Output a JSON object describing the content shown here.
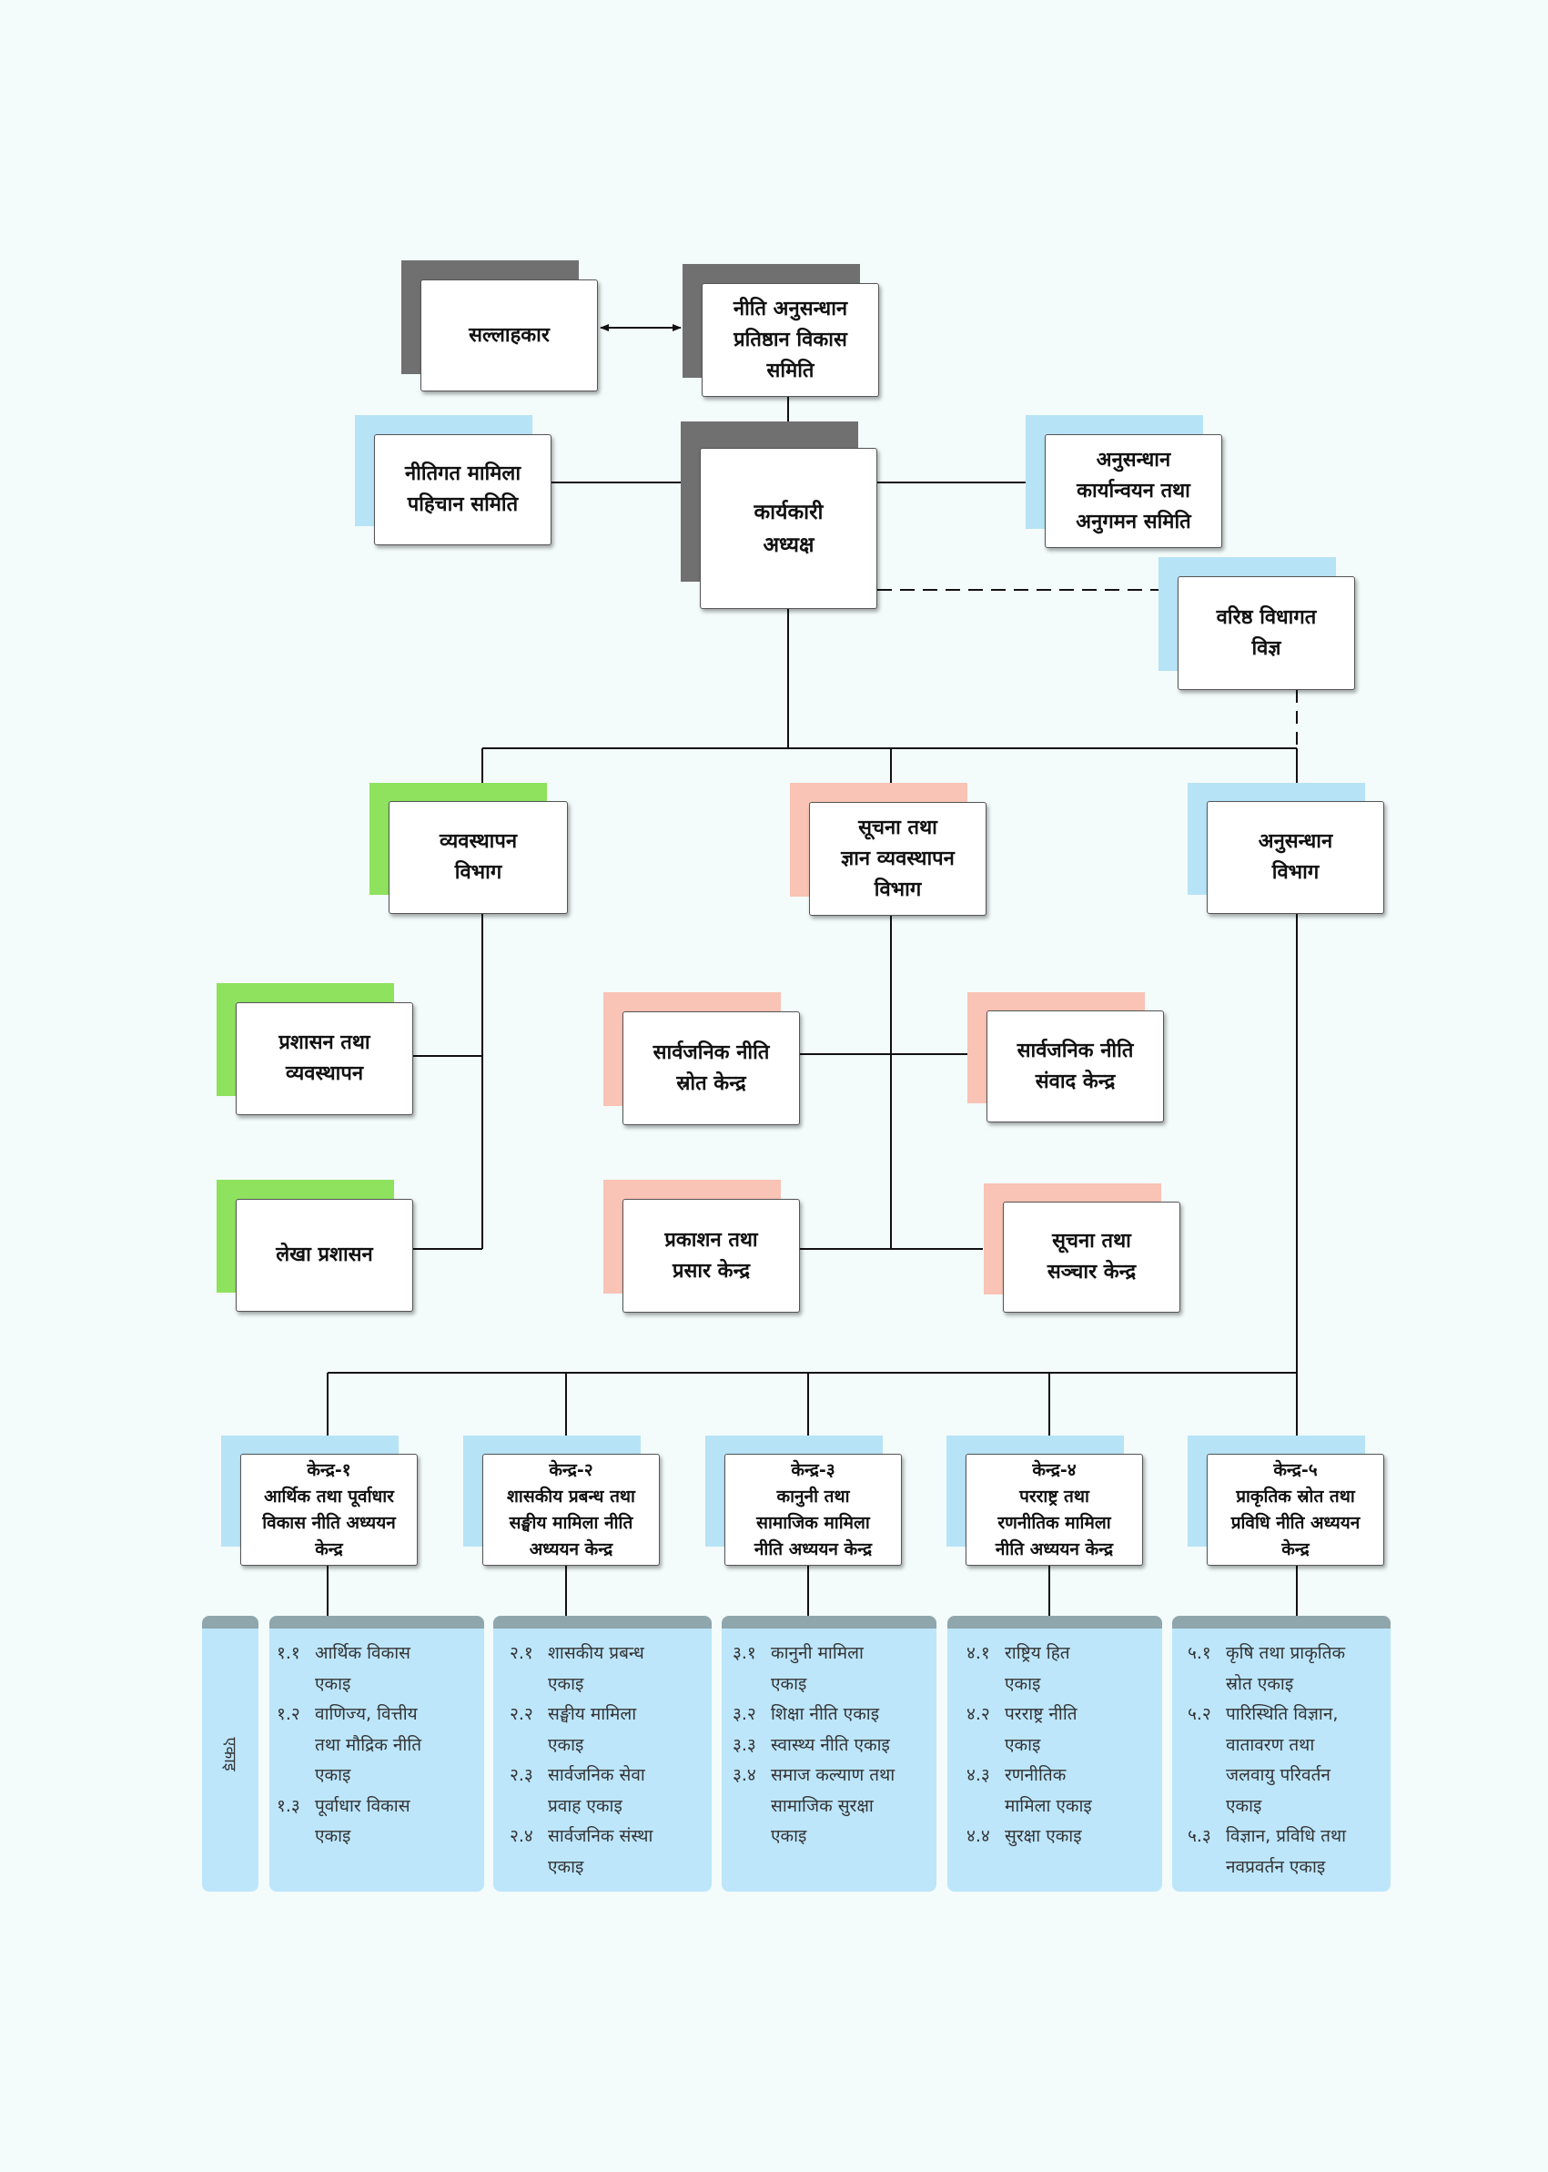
{
  "boxes": {
    "advisor": "सल्लाहकार",
    "board": "नीति अनुसन्धान\nप्रतिष्ठान विकास\nसमिति",
    "policy_identification": "नीतिगत मामिला\nपहिचान समिति",
    "executive": "कार्यकारी\nअध्यक्ष",
    "research_monitoring": "अनुसन्धान\nकार्यान्वयन तथा\nअनुगमन समिति",
    "senior_expert": "वरिष्ठ विधागत\nविज्ञ",
    "management_dept": "व्यवस्थापन\nविभाग",
    "knowledge_dept": "सूचना तथा\nज्ञान व्यवस्थापन\nविभाग",
    "research_dept": "अनुसन्धान\nविभाग",
    "admin": "प्रशासन तथा\nव्यवस्थापन",
    "accounts": "लेखा प्रशासन",
    "policy_source": "सार्वजनिक नीति\nस्रोत केन्द्र",
    "policy_dialogue": "सार्वजनिक नीति\nसंवाद केन्द्र",
    "publication": "प्रकाशन तथा\nप्रसार केन्द्र",
    "info_comm": "सूचना तथा\nसञ्चार केन्द्र",
    "centre1": "केन्द्र-१\nआर्थिक तथा पूर्वाधार\nविकास नीति अध्ययन\nकेन्द्र",
    "centre2": "केन्द्र-२\nशासकीय प्रबन्ध तथा\nसङ्घीय मामिला नीति\nअध्ययन केन्द्र",
    "centre3": "केन्द्र-३\nकानुनी तथा\nसामाजिक मामिला\nनीति अध्ययन केन्द्र",
    "centre4": "केन्द्र-४\nपरराष्ट्र तथा\nरणनीतिक मामिला\nनीति अध्ययन केन्द्र",
    "centre5": "केन्द्र-५\nप्राकृतिक स्रोत तथा\nप्रविधि नीति अध्ययन\nकेन्द्र"
  },
  "units_label": "एकाइ",
  "units": [
    [
      {
        "num": "१.१",
        "text": "आर्थिक विकास\nएकाइ"
      },
      {
        "num": "१.२",
        "text": "वाणिज्य, वित्तीय\nतथा मौद्रिक नीति\nएकाइ"
      },
      {
        "num": "१.३",
        "text": "पूर्वाधार विकास\nएकाइ"
      }
    ],
    [
      {
        "num": "२.१",
        "text": "शासकीय प्रबन्ध\nएकाइ"
      },
      {
        "num": "२.२",
        "text": "सङ्घीय मामिला\nएकाइ"
      },
      {
        "num": "२.३",
        "text": "सार्वजनिक सेवा\nप्रवाह एकाइ"
      },
      {
        "num": "२.४",
        "text": "सार्वजनिक संस्था\nएकाइ"
      }
    ],
    [
      {
        "num": "३.१",
        "text": "कानुनी मामिला\nएकाइ"
      },
      {
        "num": "३.२",
        "text": "शिक्षा नीति एकाइ"
      },
      {
        "num": "३.३",
        "text": "स्वास्थ्य नीति एकाइ"
      },
      {
        "num": "३.४",
        "text": "समाज कल्याण तथा\nसामाजिक सुरक्षा\nएकाइ"
      }
    ],
    [
      {
        "num": "४.१",
        "text": "राष्ट्रिय हित\nएकाइ"
      },
      {
        "num": "४.२",
        "text": "परराष्ट्र नीति\nएकाइ"
      },
      {
        "num": "४.३",
        "text": "रणनीतिक\nमामिला एकाइ"
      },
      {
        "num": "४.४",
        "text": "सुरक्षा एकाइ"
      }
    ],
    [
      {
        "num": "५.१",
        "text": "कृषि तथा प्राकृतिक\nस्रोत एकाइ"
      },
      {
        "num": "५.२",
        "text": "पारिस्थिति विज्ञान,\nवातावरण तथा\nजलवायु परिवर्तन\nएकाइ"
      },
      {
        "num": "५.३",
        "text": "विज्ञान, प्रविधि तथा\nनवप्रवर्तन एकाइ"
      }
    ]
  ],
  "colors": {
    "gray": "#707070",
    "blue": "#b7e3f6",
    "green": "#8ee25e",
    "pink": "#f9c3b5",
    "line": "#111111"
  }
}
